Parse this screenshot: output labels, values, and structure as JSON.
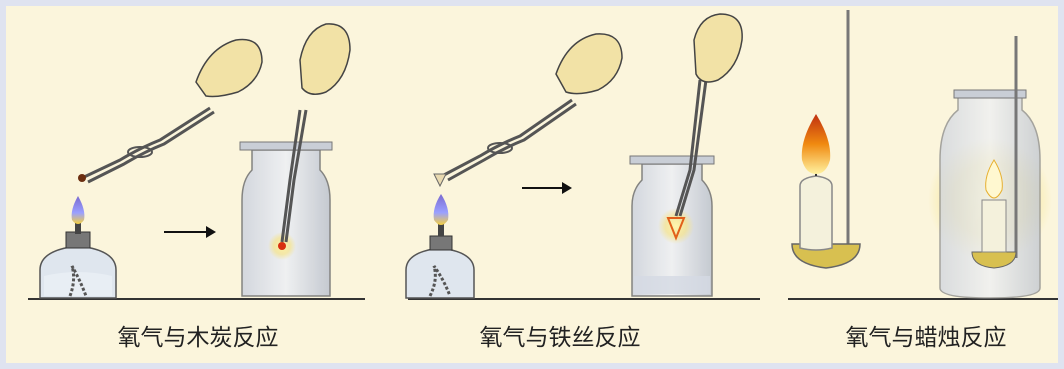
{
  "captions": {
    "charcoal": "氧气与木炭反应",
    "iron": "氧气与铁丝反应",
    "candle": "氧气与蜡烛反应"
  },
  "colors": {
    "background": "#fbf5dc",
    "border": "#dfe3f0",
    "glass": "#d8dde6",
    "hand": "#f2e2a6",
    "flame": "#f0a020"
  }
}
